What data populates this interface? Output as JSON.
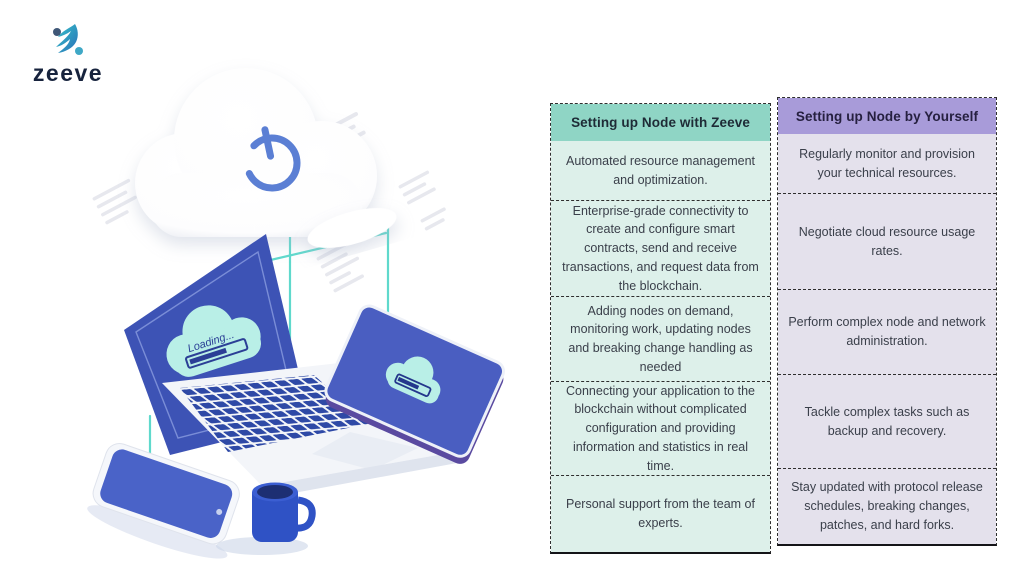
{
  "logo": {
    "text": "zeeve"
  },
  "illustration": {
    "loading_label": "Loading...",
    "power_icon": "power-symbol",
    "scene": "isometric laptop, tablet, phone and mug connected to a cloud"
  },
  "table": {
    "columns": [
      {
        "header": "Setting up Node with Zeeve",
        "rows": [
          "Automated resource management and optimization.",
          "Enterprise-grade connectivity to create and configure smart contracts, send and receive transactions, and request data from the blockchain.",
          "Adding nodes on demand, monitoring work, updating nodes and breaking change handling as needed",
          "Connecting your application to the blockchain without complicated configuration and providing information and statistics in real time.",
          "Personal support from the team of experts."
        ]
      },
      {
        "header": "Setting up Node by Yourself",
        "rows": [
          "Regularly monitor and provision your technical resources.",
          "Negotiate cloud resource usage rates.",
          "Perform complex node and network administration.",
          "Tackle complex tasks such as backup and recovery.",
          "Stay updated with protocol release schedules, breaking changes, patches, and hard forks."
        ]
      }
    ]
  },
  "colors": {
    "header_teal": "#8fd5c5",
    "header_purple": "#a89bd9",
    "cell_mint": "#ddf0ea",
    "cell_lavender": "#e4e1ec",
    "brand_navy": "#17233d",
    "device_blue": "#3d53b5",
    "connector_teal": "#5fd9cc"
  }
}
